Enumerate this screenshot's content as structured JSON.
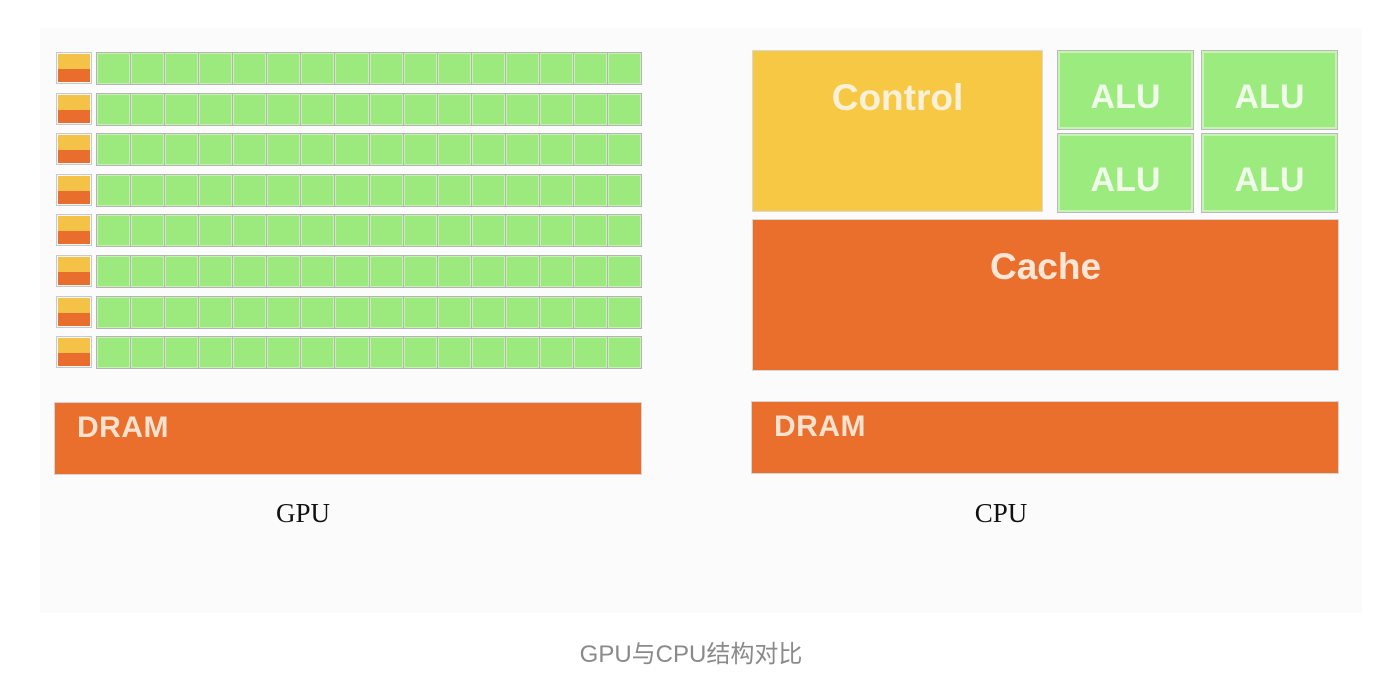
{
  "gpu": {
    "label": "GPU",
    "rows": 8,
    "alus_per_row": 16,
    "dram_label": "DRAM"
  },
  "cpu": {
    "label": "CPU",
    "control_label": "Control",
    "alu_labels": [
      "ALU",
      "ALU",
      "ALU",
      "ALU"
    ],
    "cache_label": "Cache",
    "dram_label": "DRAM"
  },
  "caption": "GPU与CPU结构对比",
  "colors": {
    "alu_green": "#9cea7e",
    "control_yellow": "#f6c844",
    "cache_orange": "#ea6f2d",
    "caption_gray": "#8a8a8a"
  }
}
